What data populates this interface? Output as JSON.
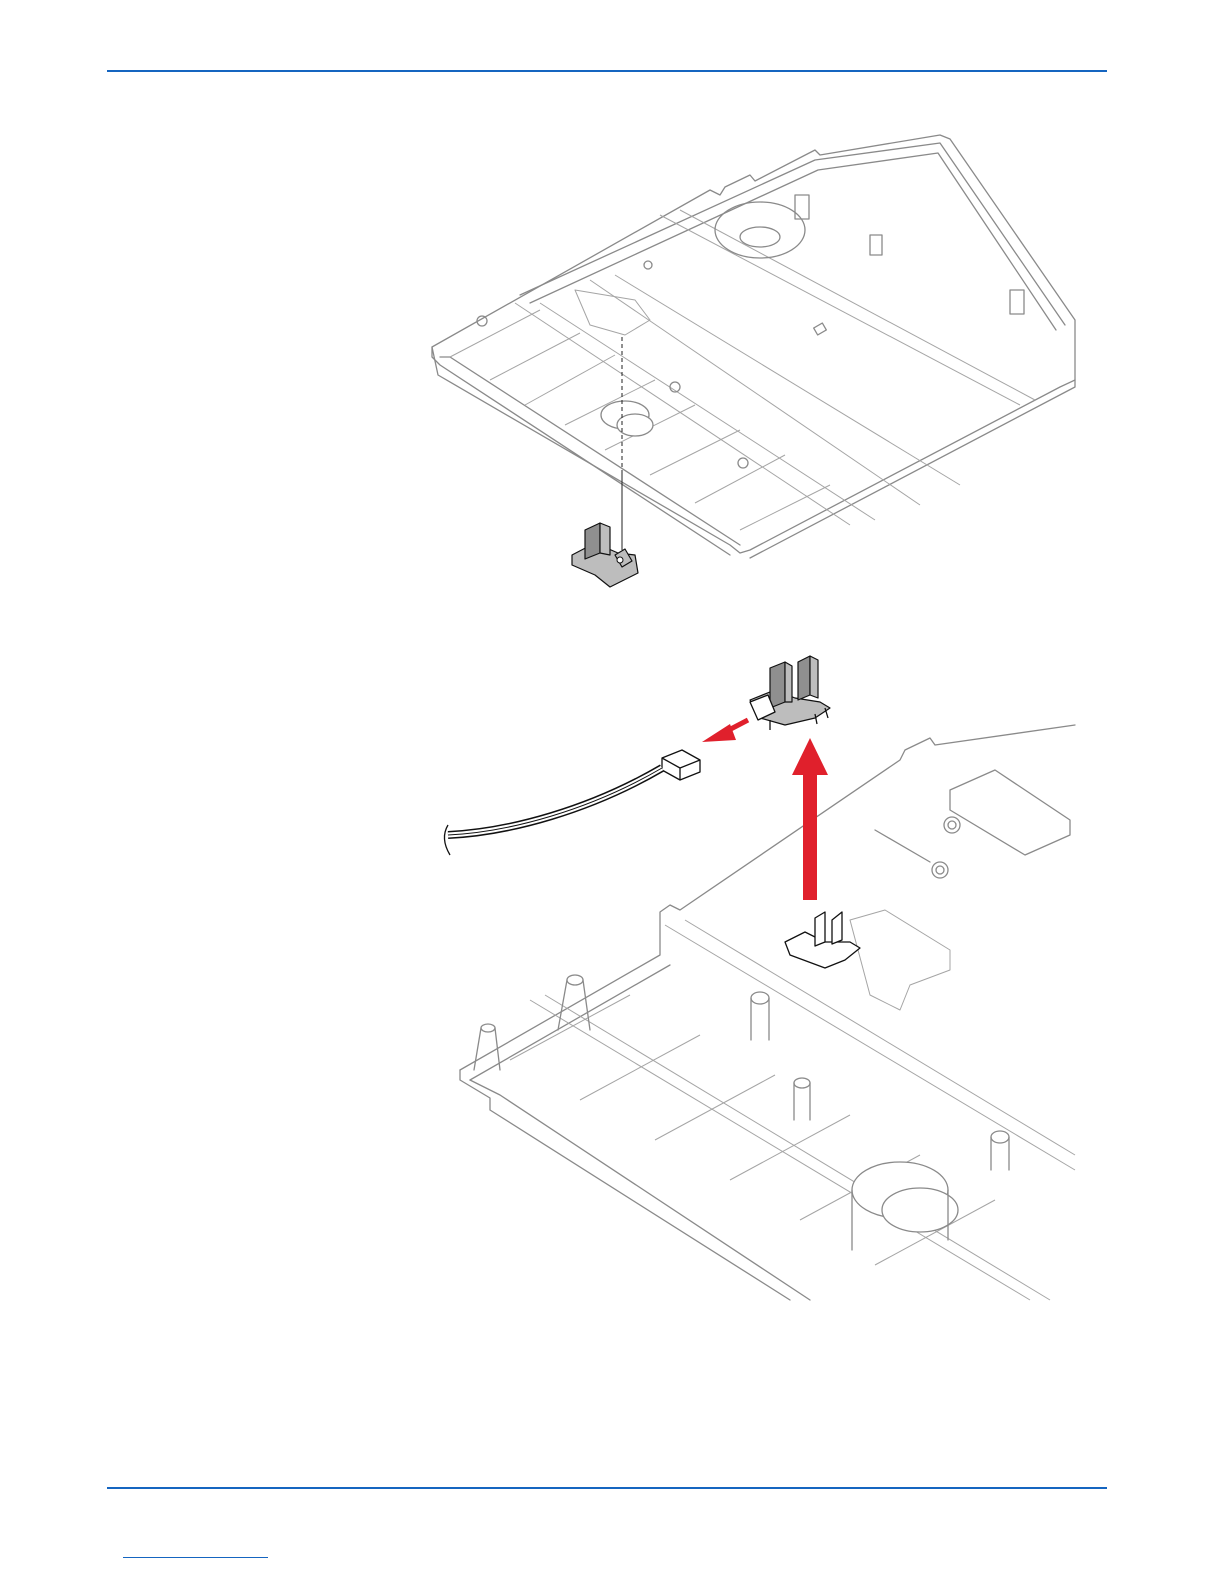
{
  "colors": {
    "rule": "#1565c0",
    "arrow": "#e0202c",
    "part_outline": "#8a8a8a",
    "part_dark": "#111111"
  },
  "figures": [
    {
      "id": "overview",
      "subject": "frame-with-sensor-exploded"
    },
    {
      "id": "detail",
      "subject": "sensor-removal-with-connector"
    }
  ]
}
